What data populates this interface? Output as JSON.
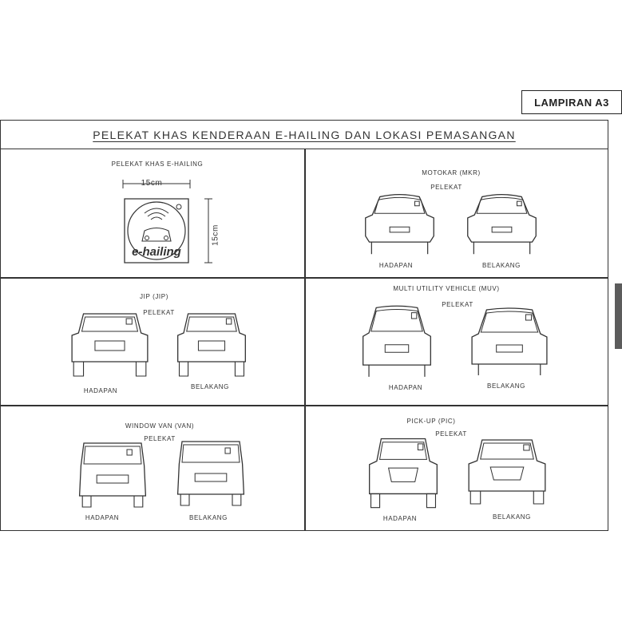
{
  "lampiran": "LAMPIRAN A3",
  "title": "PELEKAT KHAS KENDERAAN E-HAILING DAN LOKASI PEMASANGAN",
  "sticker": {
    "heading": "PELEKAT KHAS E-HAILING",
    "width_label": "15cm",
    "height_label": "15cm",
    "logo_text": "e-hailing"
  },
  "panels": {
    "motokar": {
      "title": "MOTOKAR (MKR)",
      "pelekat": "PELEKAT",
      "front": "HADAPAN",
      "rear": "BELAKANG"
    },
    "jip": {
      "title": "JIP (JIP)",
      "pelekat": "PELEKAT",
      "front": "HADAPAN",
      "rear": "BELAKANG"
    },
    "muv": {
      "title": "MULTI UTILITY VEHICLE (MUV)",
      "pelekat": "PELEKAT",
      "front": "HADAPAN",
      "rear": "BELAKANG"
    },
    "van": {
      "title": "WINDOW VAN (VAN)",
      "pelekat": "PELEKAT",
      "front": "HADAPAN",
      "rear": "BELAKANG"
    },
    "pickup": {
      "title": "PICK-UP (PIC)",
      "pelekat": "PELEKAT",
      "front": "HADAPAN",
      "rear": "BELAKANG"
    }
  },
  "nav": {
    "prev": "‹",
    "next": "›"
  }
}
